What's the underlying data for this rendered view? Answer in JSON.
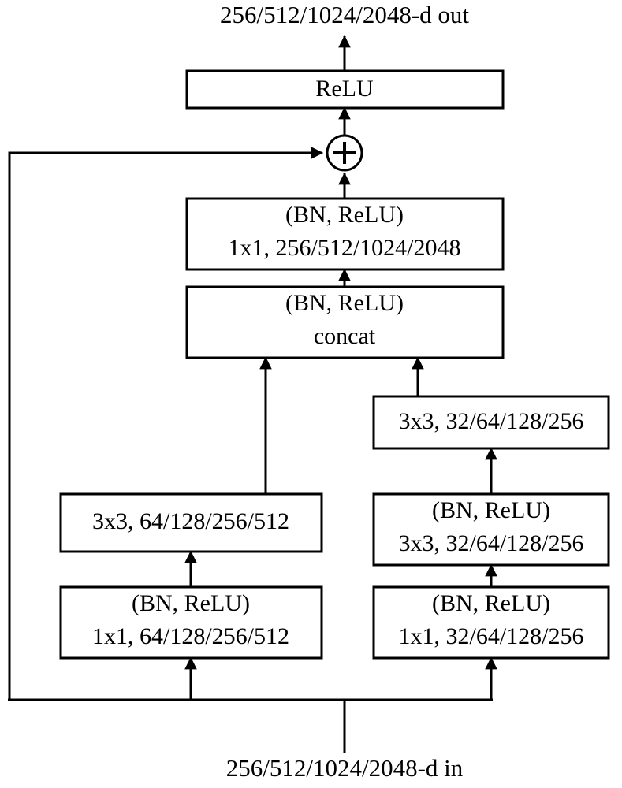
{
  "diagram": {
    "title_top": "256/512/1024/2048-d out",
    "title_bottom": "256/512/1024/2048-d in",
    "colors": {
      "stroke": "#000000",
      "fill": "#ffffff",
      "background": "#ffffff"
    },
    "io": {
      "output_label": "256/512/1024/2048-d out",
      "input_label": "256/512/1024/2048-d in"
    },
    "nodes": {
      "relu_out": {
        "label": "ReLU",
        "lines": [
          "ReLU"
        ]
      },
      "add": {
        "label": "+",
        "symbol": "+"
      },
      "proj_1x1": {
        "lines": [
          "(BN, ReLU)",
          "1x1, 256/512/1024/2048"
        ],
        "line1": "(BN, ReLU)",
        "line2": "1x1, 256/512/1024/2048"
      },
      "concat": {
        "lines": [
          "(BN, ReLU)",
          "concat"
        ],
        "line1": "(BN, ReLU)",
        "line2": "concat"
      },
      "right_conv3x3_top": {
        "lines": [
          "3x3, 32/64/128/256"
        ],
        "line1": "3x3, 32/64/128/256"
      },
      "left_conv3x3": {
        "lines": [
          "3x3, 64/128/256/512"
        ],
        "line1": "3x3, 64/128/256/512"
      },
      "right_bnrelu_3x3": {
        "lines": [
          "(BN, ReLU)",
          "3x3, 32/64/128/256"
        ],
        "line1": "(BN, ReLU)",
        "line2": "3x3, 32/64/128/256"
      },
      "left_bnrelu_1x1": {
        "lines": [
          "(BN, ReLU)",
          "1x1, 64/128/256/512"
        ],
        "line1": "(BN, ReLU)",
        "line2": "1x1, 64/128/256/512"
      },
      "right_bnrelu_1x1": {
        "lines": [
          "(BN, ReLU)",
          "1x1, 32/64/128/256"
        ],
        "line1": "(BN, ReLU)",
        "line2": "1x1, 32/64/128/256"
      }
    },
    "edges": [
      {
        "from": "add",
        "to": "relu_out",
        "kind": "arrow"
      },
      {
        "from": "relu_out",
        "to": "output_label",
        "kind": "arrow"
      },
      {
        "from": "proj_1x1",
        "to": "add",
        "kind": "arrow"
      },
      {
        "from": "concat",
        "to": "proj_1x1",
        "kind": "arrow"
      },
      {
        "from": "left_conv3x3",
        "to": "concat",
        "kind": "arrow"
      },
      {
        "from": "right_conv3x3_top",
        "to": "concat",
        "kind": "arrow"
      },
      {
        "from": "right_bnrelu_3x3",
        "to": "right_conv3x3_top",
        "kind": "arrow"
      },
      {
        "from": "left_bnrelu_1x1",
        "to": "left_conv3x3",
        "kind": "arrow"
      },
      {
        "from": "right_bnrelu_1x1",
        "to": "right_bnrelu_3x3",
        "kind": "arrow"
      },
      {
        "from": "input_label",
        "to": "left_bnrelu_1x1",
        "kind": "arrow"
      },
      {
        "from": "input_label",
        "to": "right_bnrelu_1x1",
        "kind": "arrow"
      },
      {
        "from": "input_label",
        "to": "add",
        "kind": "arrow",
        "note": "identity shortcut"
      }
    ]
  }
}
